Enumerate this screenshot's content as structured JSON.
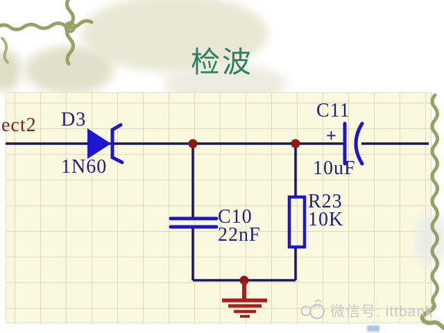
{
  "slide": {
    "title": "检波"
  },
  "schematic": {
    "net_label": "ect2",
    "diode": {
      "ref": "D3",
      "value": "1N60"
    },
    "cap_out": {
      "ref": "C11",
      "value": "10uF",
      "polarity": "+"
    },
    "cap_filter": {
      "ref": "C10",
      "value": "22nF"
    },
    "resistor": {
      "ref": "R23",
      "value": "10K"
    }
  },
  "watermark": {
    "text": "微信号: ittbank"
  },
  "colors": {
    "title_green": "#2e7e60",
    "panel_bg": "#faf8df",
    "grid_line": "#ddd8b9",
    "wire": "#17175c",
    "component_blue": "#1c17cf",
    "label_navy": "#20207a",
    "junction_red": "#8e1a12",
    "ground_red": "#a72020",
    "net_label_red": "#7b241c",
    "decor_olive": "#97a164",
    "watermark_gray": "#c8c8c8"
  }
}
